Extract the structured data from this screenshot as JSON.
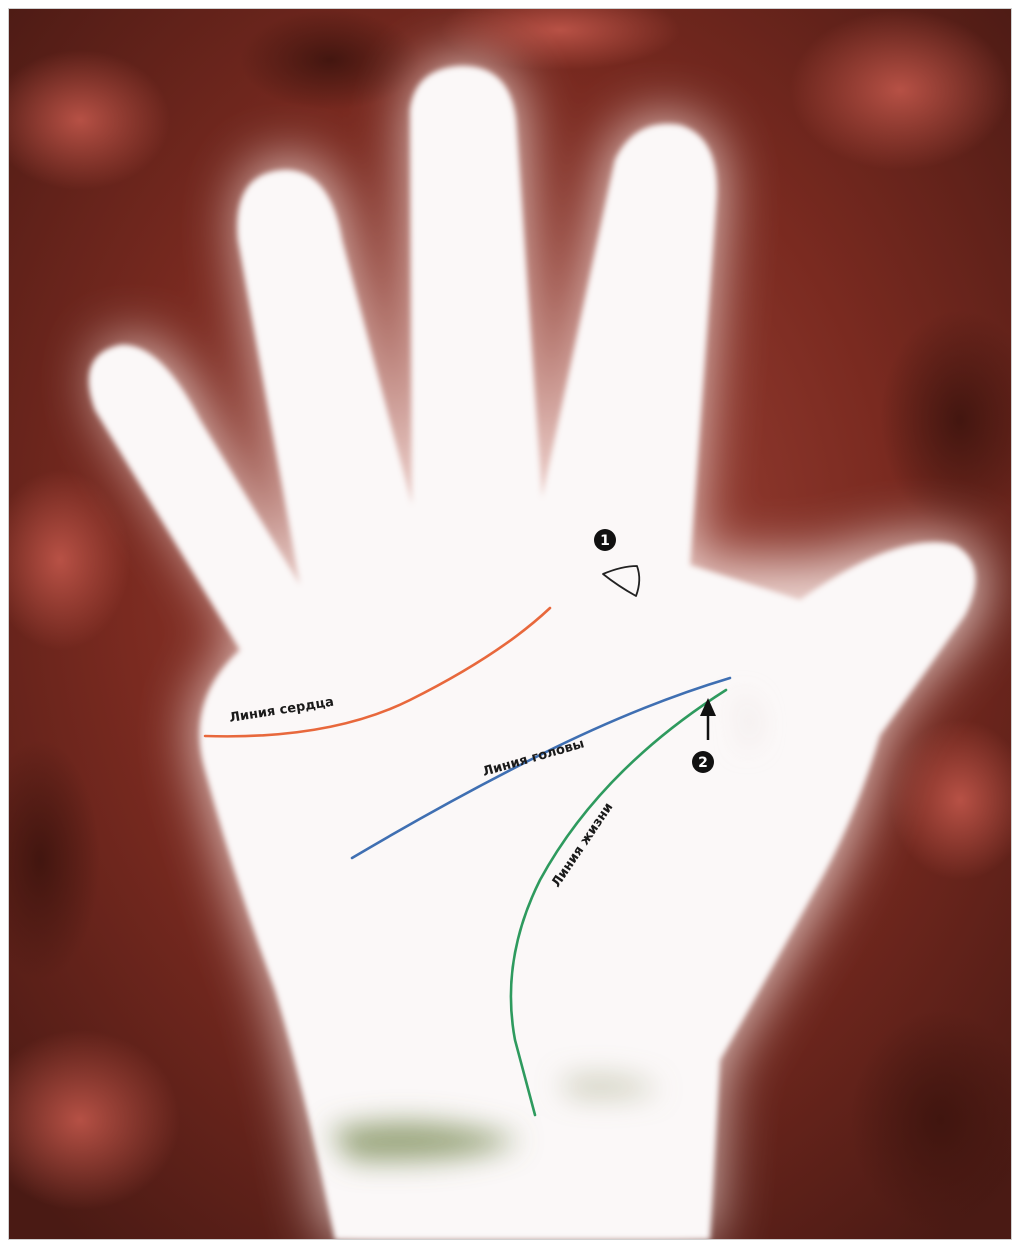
{
  "figure": {
    "background_color": "#7a2a20",
    "hand_color": "#fbf8f8",
    "labels": {
      "heart_line": "Линия сердца",
      "head_line": "Линия головы",
      "life_line": "Линия жизни"
    },
    "markers": {
      "marker_1": "1",
      "marker_2": "2"
    },
    "line_colors": {
      "heart_line": "#e8683c",
      "head_line": "#3f6fb2",
      "life_line": "#2e9a5e"
    },
    "icons": [
      "marker-1-icon",
      "marker-2-icon",
      "arrow-up-icon",
      "triangle-mark-icon"
    ]
  }
}
